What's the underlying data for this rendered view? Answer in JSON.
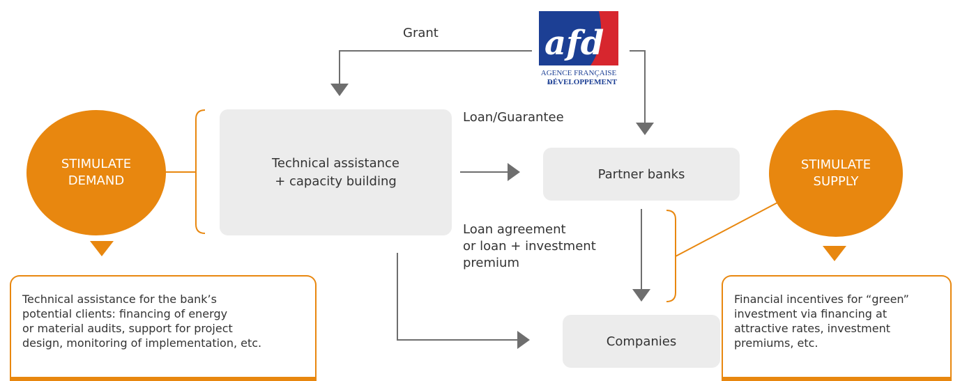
{
  "logo": {
    "mark_text": "afd",
    "line1": "AGENCE FRANÇAISE",
    "line2_prefix": "DE",
    "line2": "DÉVELOPPEMENT",
    "colors": {
      "blue": "#1c3f94",
      "red": "#d7262e"
    }
  },
  "labels": {
    "grant": "Grant",
    "loan_guarantee": "Loan/Guarantee",
    "loan_agreement_1": "Loan agreement",
    "loan_agreement_2": "or loan + investment",
    "loan_agreement_3": "premium"
  },
  "boxes": {
    "technical_1": "Technical assistance",
    "technical_2": "+ capacity building",
    "partner_banks": "Partner banks",
    "companies": "Companies"
  },
  "stimulate_demand": {
    "line1": "STIMULATE",
    "line2": "DEMAND",
    "note": [
      "Technical assistance for the bank’s",
      "potential clients: financing of energy",
      "or material audits, support for project",
      "design, monitoring of implementation, etc."
    ]
  },
  "stimulate_supply": {
    "line1": "STIMULATE",
    "line2": "SUPPLY",
    "note": [
      "Financial incentives for “green”",
      "investment via financing at",
      "attractive rates, investment",
      "premiums, etc."
    ]
  },
  "colors": {
    "accent": "#e8870f",
    "arrow": "#6e6e6e",
    "box": "#ececec"
  }
}
